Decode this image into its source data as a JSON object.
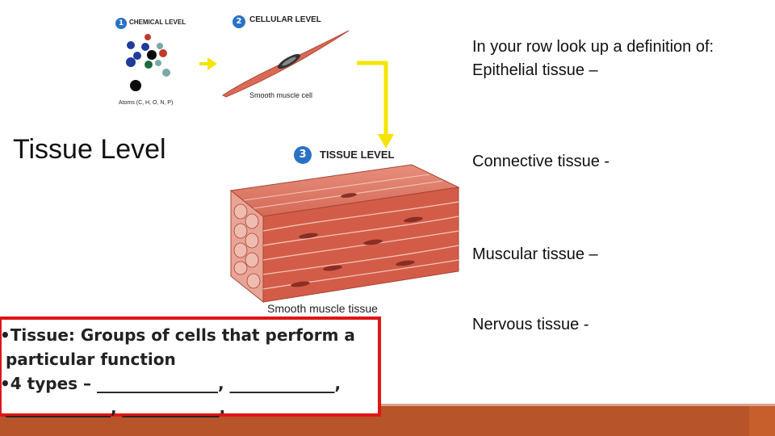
{
  "slide": {
    "title": "Tissue Level",
    "prompt_line1": "In your row look up a definition of:",
    "prompt_line2": "Epithelial tissue –",
    "terms": {
      "connective": "Connective tissue -",
      "muscular": "Muscular tissue –",
      "nervous": "Nervous tissue -"
    },
    "box_lines": [
      "•Tissue: Groups of cells that perform a",
      " particular function",
      "•4 types – _______________, _____________,",
      " _____________, ____________."
    ]
  },
  "figure": {
    "chemical_number": "1",
    "chemical_label": "CHEMICAL LEVEL",
    "atoms_caption": "Atoms (C, H, O, N, P)",
    "cellular_number": "2",
    "cellular_label": "CELLULAR LEVEL",
    "cell_caption": "Smooth muscle cell",
    "tissue_number": "3",
    "tissue_label": "TISSUE LEVEL",
    "tissue_caption": "Smooth muscle tissue"
  },
  "colors": {
    "accent_bar": "#b8542a",
    "box_border": "#e01515",
    "arrow": "#f5e400",
    "badge": "#2a72c5"
  }
}
